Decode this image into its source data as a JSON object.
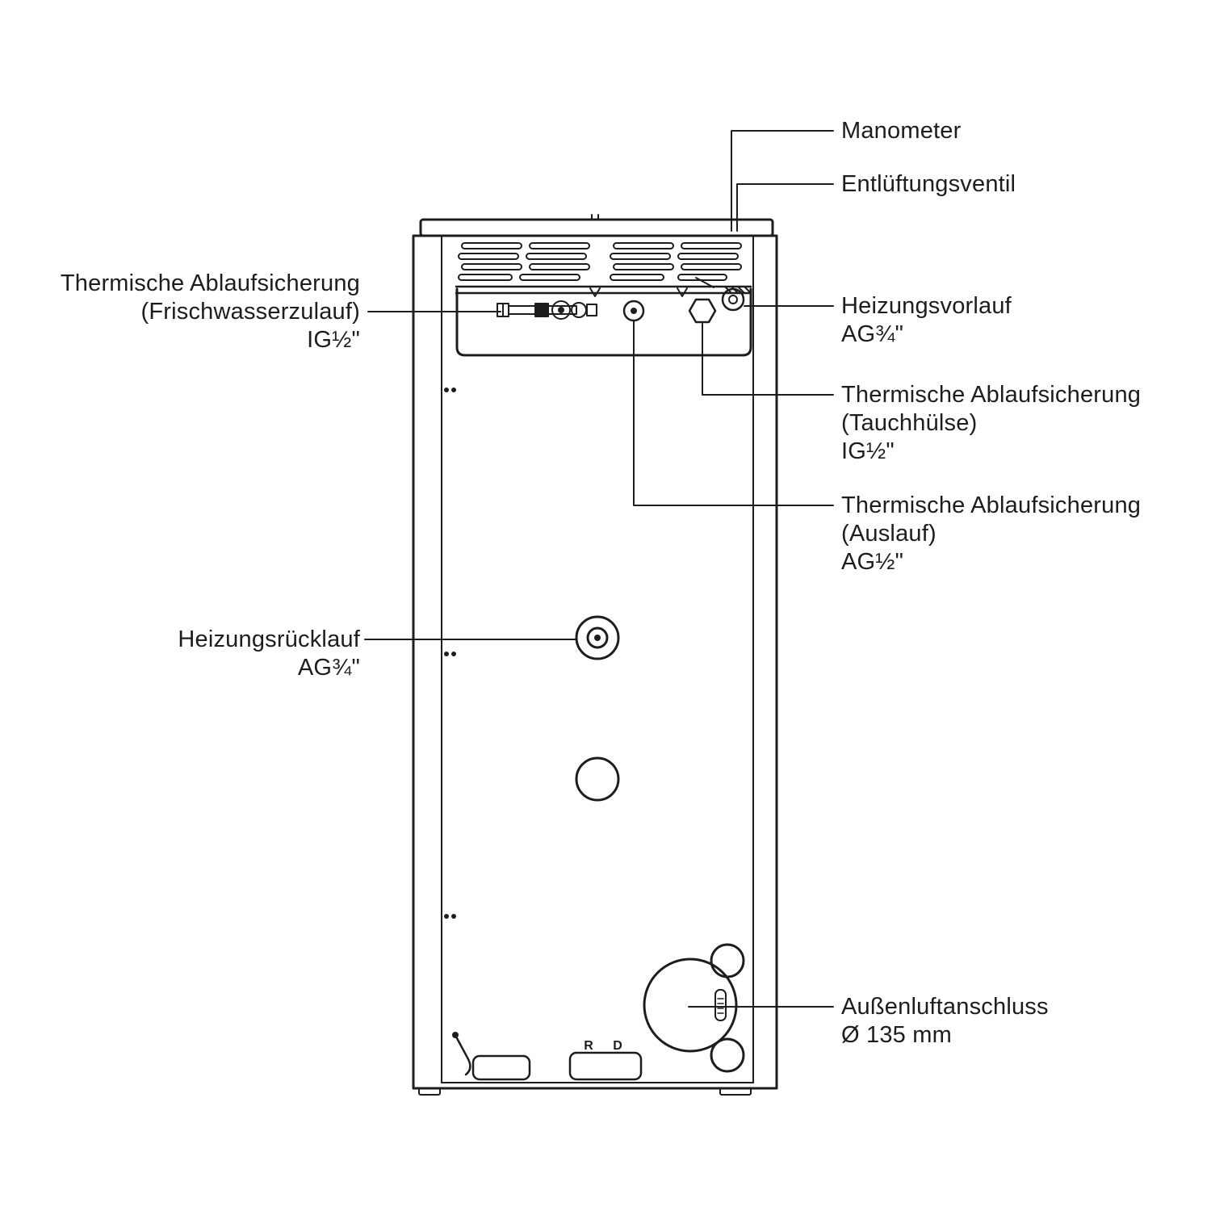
{
  "diagram": {
    "colors": {
      "line": "#1d1d1b",
      "background": "#ffffff"
    },
    "labels": {
      "manometer": {
        "line1": "Manometer"
      },
      "entlueftungsventil": {
        "line1": "Entlüftungsventil"
      },
      "tas_frischwasserzulauf": {
        "line1": "Thermische Ablaufsicherung",
        "line2": "(Frischwasserzulauf)",
        "line3": "IG½\""
      },
      "heizungsvorlauf": {
        "line1": "Heizungsvorlauf",
        "line2": "AG¾\""
      },
      "tas_tauchhuelse": {
        "line1": "Thermische Ablaufsicherung",
        "line2": "(Tauchhülse)",
        "line3": "IG½\""
      },
      "tas_auslauf": {
        "line1": "Thermische Ablaufsicherung",
        "line2": "(Auslauf)",
        "line3": "AG½\""
      },
      "heizungsruecklauf": {
        "line1": "Heizungsrücklauf",
        "line2": "AG¾\""
      },
      "aussenluftanschluss": {
        "line1": "Außenluftanschluss",
        "line2": "Ø 135 mm"
      }
    },
    "bottom_markings": {
      "r": "R",
      "d": "D"
    }
  }
}
